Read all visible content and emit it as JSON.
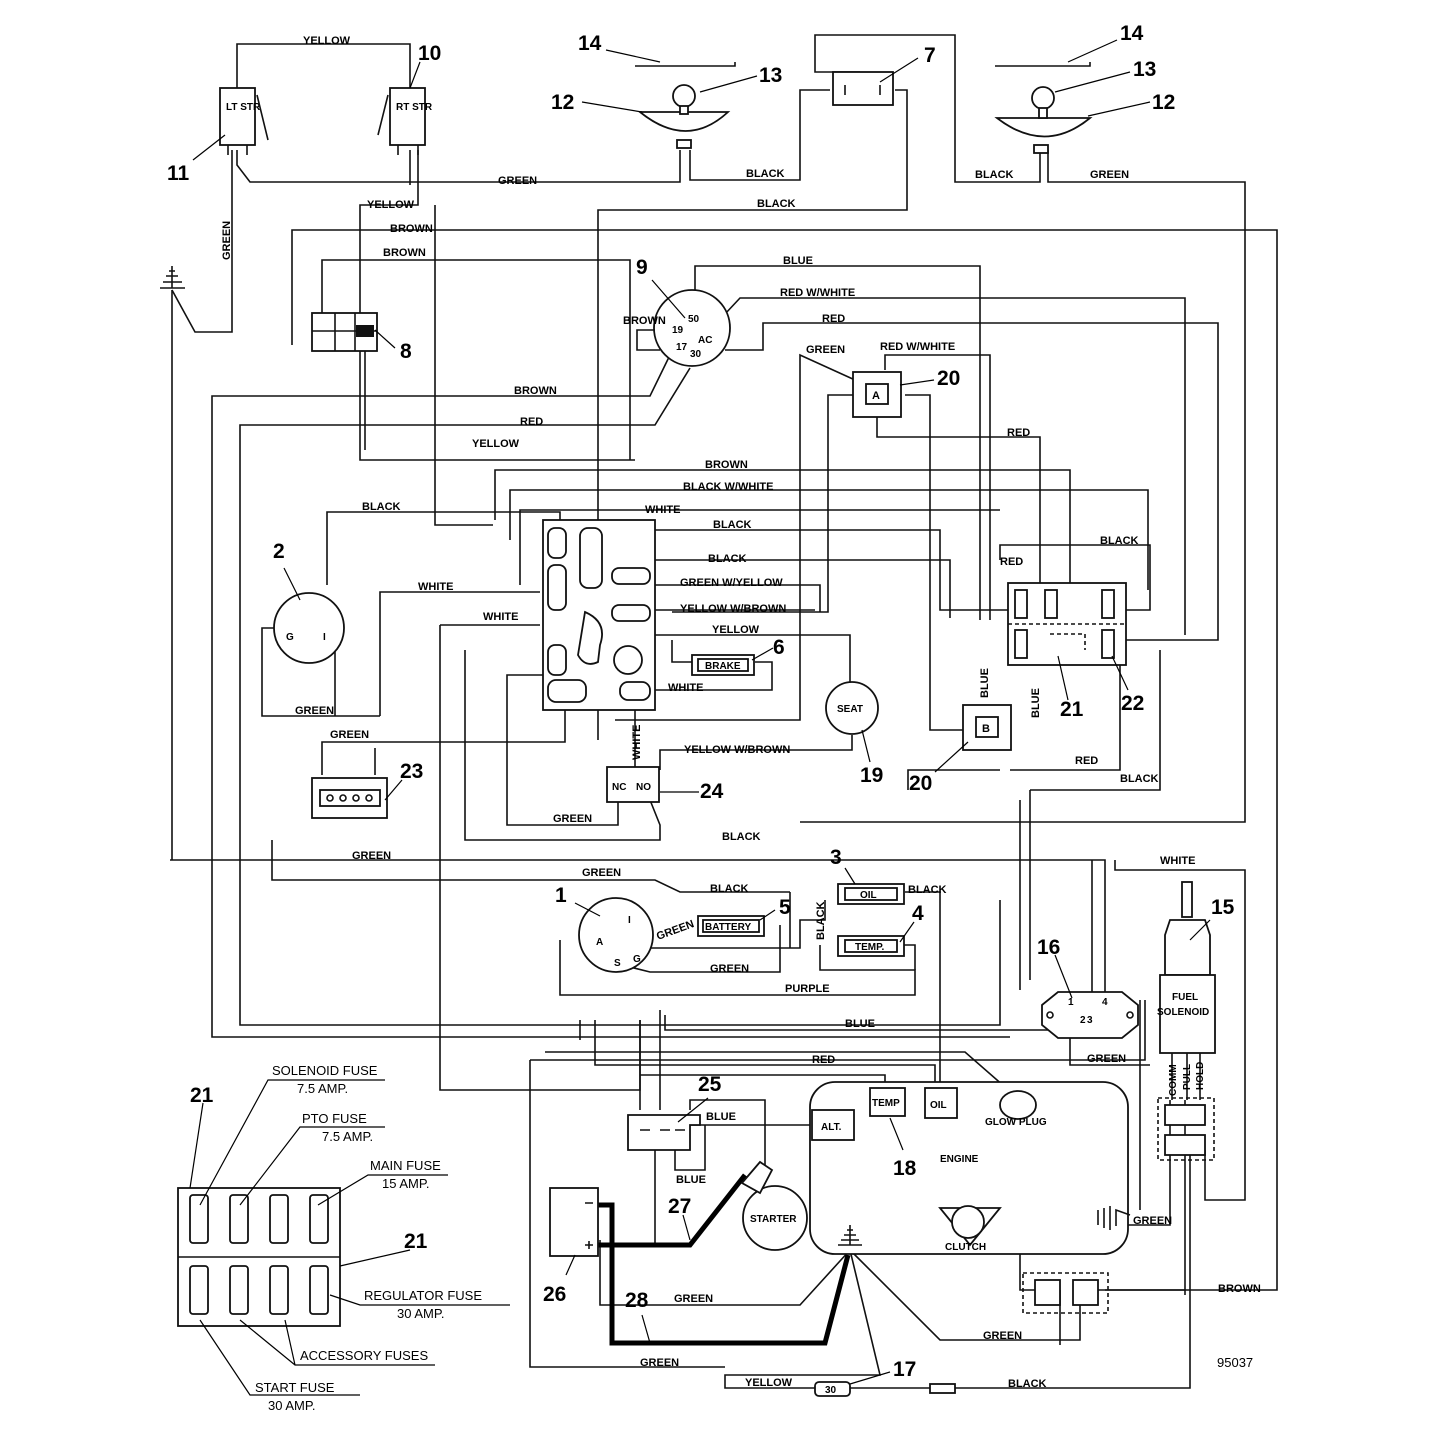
{
  "diagram_id": "95037",
  "wire_labels": {
    "yellow": "YELLOW",
    "green": "GREEN",
    "black": "BLACK",
    "brown": "BROWN",
    "blue": "BLUE",
    "red": "RED",
    "white": "WHITE",
    "purple": "PURPLE",
    "red_white": "RED W/WHITE",
    "black_white": "BLACK W/WHITE",
    "green_yellow": "GREEN W/YELLOW",
    "yellow_brown": "YELLOW W/BROWN"
  },
  "components": {
    "lt_str": "LT STR",
    "rt_str": "RT STR",
    "brake": "BRAKE",
    "seat": "SEAT",
    "battery": "BATTERY",
    "oil": "OIL",
    "temp_switch": "TEMP.",
    "temp_sender": "TEMP",
    "engine_oil": "OIL",
    "alt": "ALT.",
    "engine": "ENGINE",
    "glow_plug": "GLOW PLUG",
    "starter": "STARTER",
    "clutch": "CLUTCH",
    "fuel_solenoid": [
      "FUEL",
      "SOLENOID"
    ],
    "solenoid_wires": [
      "COMM",
      "PULL",
      "HOLD"
    ],
    "relay_a": "A",
    "relay_b": "B",
    "nc": "NC",
    "no": "NO",
    "fuse_30": "30",
    "switch9_terms": [
      "50",
      "19",
      "AC",
      "17",
      "30"
    ],
    "switch2_terms": [
      "G",
      "I"
    ],
    "switch1_terms": [
      "A",
      "S",
      "G",
      "I"
    ],
    "regulator_terms": [
      "1",
      "4",
      "2",
      "3"
    ]
  },
  "callouts": [
    "1",
    "2",
    "3",
    "4",
    "5",
    "6",
    "7",
    "8",
    "9",
    "10",
    "11",
    "12",
    "13",
    "14",
    "15",
    "16",
    "17",
    "18",
    "19",
    "20",
    "21",
    "22",
    "23",
    "24",
    "25",
    "26",
    "27",
    "28"
  ],
  "fuse_legend": {
    "solenoid_fuse": "SOLENOID FUSE",
    "solenoid_amp": "7.5 AMP.",
    "pto_fuse": "PTO FUSE",
    "pto_amp": "7.5 AMP.",
    "main_fuse": "MAIN FUSE",
    "main_amp": "15 AMP.",
    "regulator_fuse": "REGULATOR FUSE",
    "regulator_amp": "30 AMP.",
    "accessory_fuses": "ACCESSORY FUSES",
    "start_fuse": "START FUSE",
    "start_amp": "30 AMP."
  }
}
